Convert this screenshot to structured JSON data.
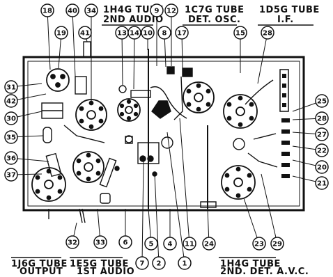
{
  "colors": {
    "ink": "#111111",
    "paper": "#ffffff"
  },
  "tube_labels": {
    "top_1h4g": [
      "1H4G TUBE",
      "2ND AUDIO"
    ],
    "top_1c7g": [
      "1C7G TUBE",
      "DET. OSC."
    ],
    "top_1d5g": [
      "1D5G TUBE",
      "I.F."
    ],
    "bottom_1j6g": [
      "1J6G TUBE",
      "OUTPUT"
    ],
    "bottom_1e5g": [
      "1E5G TUBE",
      "1ST AUDIO"
    ],
    "bottom_1h4g": [
      "1H4G TUBE",
      "2ND. DET. A.V.C."
    ]
  },
  "callouts": {
    "c18": "18",
    "c40": "40",
    "c34": "34",
    "c9": "9",
    "c10": "10",
    "c8": "8",
    "c17": "17",
    "c12": "12",
    "c15": "15",
    "c28top": "28",
    "c19": "19",
    "c41": "41",
    "c13": "13",
    "c14": "14",
    "c31": "31",
    "c42": "42",
    "c30": "30",
    "c35": "35",
    "c36": "36",
    "c37": "37",
    "c25": "25",
    "c28r": "28",
    "c27": "27",
    "c22": "22",
    "c20": "20",
    "c21": "21",
    "c32": "32",
    "c33": "33",
    "c6": "6",
    "c7": "7",
    "c2": "2",
    "c5": "5",
    "c4": "4",
    "c1": "1",
    "c11": "11",
    "c24": "24",
    "c23": "23",
    "c29": "29"
  }
}
